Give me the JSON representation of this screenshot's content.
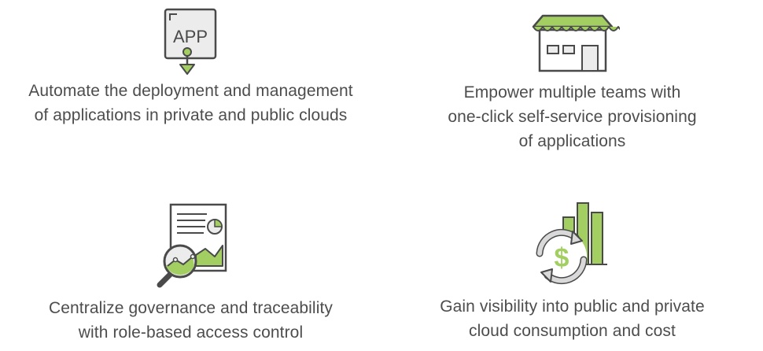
{
  "colors": {
    "accent": "#a3cf62",
    "outline": "#4a4a4a",
    "panel": "#ececec"
  },
  "features": [
    {
      "icon": "app-download-icon",
      "icon_text": "APP",
      "lines": [
        "Automate the deployment and management",
        "of applications in private and public clouds"
      ]
    },
    {
      "icon": "storefront-icon",
      "lines": [
        "Empower multiple teams with",
        "one-click self-service provisioning",
        "of applications"
      ]
    },
    {
      "icon": "report-magnifier-icon",
      "lines": [
        "Centralize governance and traceability",
        "with role-based access control"
      ]
    },
    {
      "icon": "cost-chart-icon",
      "icon_text": "$",
      "lines": [
        "Gain visibility into public and private",
        "cloud consumption and cost"
      ]
    }
  ]
}
